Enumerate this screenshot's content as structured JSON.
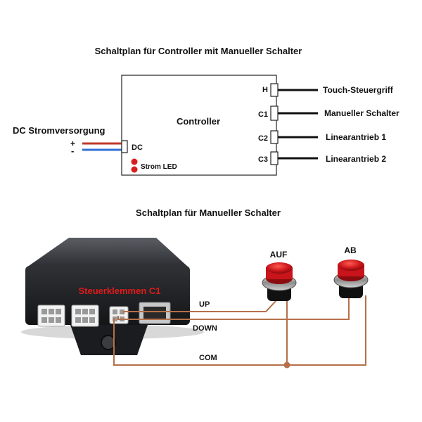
{
  "top_diagram": {
    "title": "Schaltplan für Controller mit Manueller Schalter",
    "controller_label": "Controller",
    "power_supply_label": "DC Stromversorgung",
    "plus_sign": "+",
    "minus_sign": "-",
    "dc_port_label": "DC",
    "led_label": "Strom LED",
    "ports": [
      {
        "id": "H",
        "target": "Touch-Steuergriff"
      },
      {
        "id": "C1",
        "target": "Manueller Schalter"
      },
      {
        "id": "C2",
        "target": "Linearantrieb 1"
      },
      {
        "id": "C3",
        "target": "Linearantrieb 2"
      }
    ],
    "colors": {
      "positive_wire": "#c0392b",
      "negative_wire": "#2f6fd6",
      "led": "#d91e1e"
    }
  },
  "bottom_diagram": {
    "title": "Schaltplan für Manueller Schalter",
    "terminal_label": "Steuerklemmen C1",
    "switches": [
      {
        "label": "AUF"
      },
      {
        "label": "AB"
      }
    ],
    "wires": [
      {
        "label": "UP"
      },
      {
        "label": "DOWN"
      },
      {
        "label": "COM"
      }
    ],
    "colors": {
      "wire": "#b5704a",
      "terminal_label": "#e11b1b",
      "button": "#c8141a"
    }
  }
}
